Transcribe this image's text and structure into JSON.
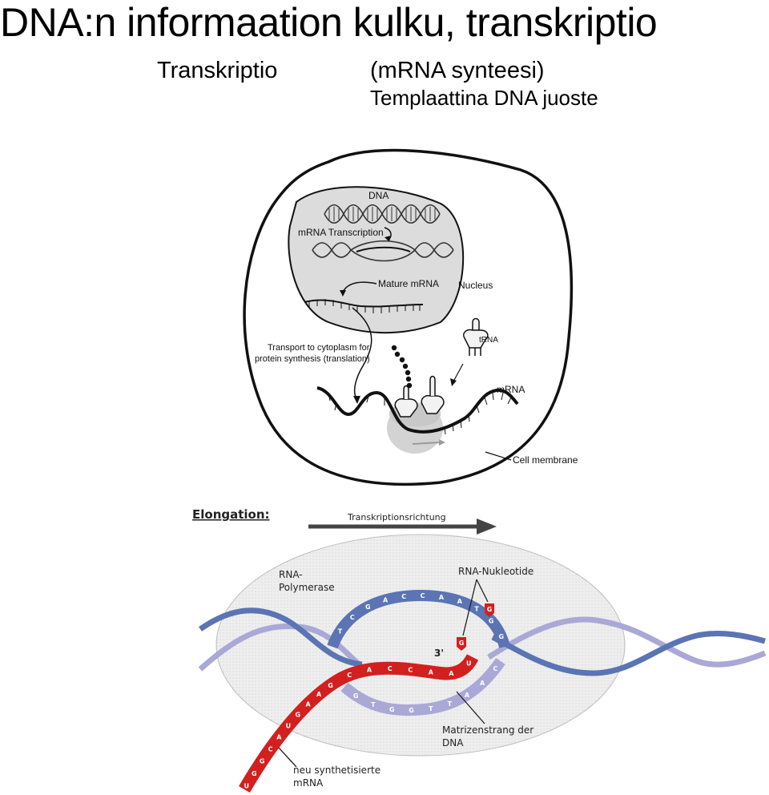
{
  "header": {
    "title": "DNA:n informaation kulku, transkriptio",
    "subtitle_left": "Transkriptio",
    "subtitle_right": "(mRNA synteesi)",
    "subtitle_right_2": "Templaattina DNA juoste"
  },
  "cell_diagram": {
    "dna": "DNA",
    "mrna_transcription": "mRNA Transcription",
    "mature_mrna": "Mature mRNA",
    "nucleus": "Nucleus",
    "trna": "tRNA",
    "transport_line1": "Transport to cytoplasm for",
    "transport_line2": "protein synthesis (translation)",
    "mrna": "mRNA",
    "cell_membrane": "Cell membrane"
  },
  "elongation_diagram": {
    "heading": "Elongation:",
    "direction": "Transkriptionsrichtung",
    "polymerase_line1": "RNA-",
    "polymerase_line2": "Polymerase",
    "nucleotide": "RNA-Nukleotide",
    "three_prime": "3'",
    "template_line1": "Matrizenstrang der",
    "template_line2": "DNA",
    "new_mrna_line1": "neu synthetisierte",
    "new_mrna_line2": "mRNA",
    "top_strand_bases": [
      "T",
      "C",
      "G",
      "A",
      "C",
      "C",
      "A",
      "A",
      "T",
      "G",
      "G"
    ],
    "template_bases": [
      "G",
      "T",
      "G",
      "G",
      "T",
      "T",
      "A",
      "A",
      "C"
    ],
    "new_rna_bases": [
      "C",
      "A",
      "C",
      "C",
      "A",
      "A",
      "U"
    ],
    "rna_tail_bases": [
      "U",
      "G",
      "G",
      "C",
      "A",
      "U",
      "G",
      "A",
      "A",
      "G"
    ],
    "free_nucleotides": [
      "G",
      "G"
    ],
    "colors": {
      "dna_dark": "#5a74b4",
      "dna_light": "#a9a8d6",
      "rna": "#d2201f",
      "bubble": "#e9e9e9"
    }
  }
}
